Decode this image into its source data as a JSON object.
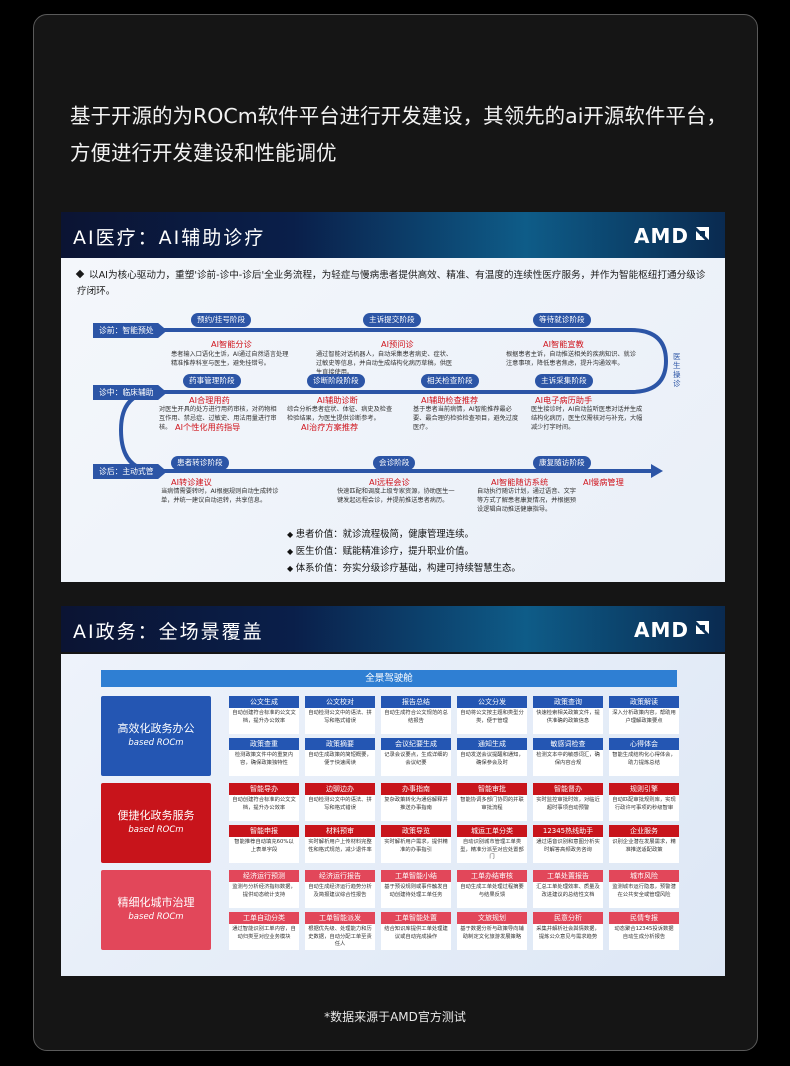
{
  "intro": "基于开源的为ROCm软件平台进行开发建设，其领先的ai开源软件平台，方便进行开发建设和性能调优",
  "footnote": "*数据来源于AMD官方测试",
  "colors": {
    "brand_blue": "#2c55a6",
    "red": "#d0141c",
    "gov_blue": "#2f7fd3"
  },
  "slide1": {
    "title": "AI医疗：AI辅助诊疗",
    "brand": "AMD",
    "lead": "以AI为核心驱动力，重塑'诊前-诊中-诊后'全业务流程，为轻症与慢病患者提供高效、精准、有温度的连续性医疗服务，并作为智能枢纽打通分级诊疗闭环。",
    "side_label": "医生操诊",
    "rows": [
      "诊前：智能预处理",
      "诊中：临床辅助",
      "诊后：主动式管理"
    ],
    "stages": [
      {
        "tag": "预约/挂号阶段",
        "head": "AI智能分诊",
        "desc": "患者输入口语化主诉，AI通过自然语言处理精准推荐科室与医生，避免挂错号。"
      },
      {
        "tag": "主诉提交阶段",
        "head": "AI预问诊",
        "desc": "通过智能对话机器人，自动采集患者病史、症状、过敏史等信息，并自动生成结构化病历草稿，供医生直接使用。"
      },
      {
        "tag": "等待就诊阶段",
        "head": "AI智能宣教",
        "desc": "根据患者主诉，自动推送相关的疾病知识、就诊注意事项，降低患者焦虑，提升沟通效率。"
      },
      {
        "tag": "药事管理阶段",
        "head": "AI合理用药",
        "desc": "对医生开具的处方进行用药审核，对药物相互作用、禁忌症、过敏史、用法用量进行审核。"
      },
      {
        "tag": "诊断阶段阶段",
        "head": "AI辅助诊断",
        "desc": "综合分析患者症状、体征、病史及检查检验结果，为医生提供诊断参考。"
      },
      {
        "tag": "相关检查阶段",
        "head": "AI辅助检查推荐",
        "desc": "基于患者当前病情，AI智能推荐最必要、最合理的检验检查项目，避免过度医疗。"
      },
      {
        "tag": "主诉采集阶段",
        "head": "AI电子病历助手",
        "desc": "医生接诊时，AI自动监听医患对话并生成结构化病历，医生仅需核对与补充，大幅减少打字时间。"
      },
      {
        "tag": "患者转诊阶段",
        "head": "AI转诊建议",
        "desc": "当病情需要转时，AI根据规则自动生成转诊单，并统一建议自动运转，共享信息。"
      },
      {
        "tag": "会诊阶段",
        "head": "AI远程会诊",
        "desc": "快速匹配和调度上级专家资源，协助医生一键发起远程会诊，并提前推送患者病历。"
      },
      {
        "tag": "康复随访阶段",
        "head": "AI智能随访系统",
        "desc": "自动执行随访计划，通过语音、文字等方式了解患者康复情况，并根据预设逻辑自动推送健康指导。"
      }
    ],
    "sub_heads": [
      "AI个性化用药指导",
      "AI治疗方案推荐",
      "AI慢病管理"
    ],
    "values": [
      "患者价值：就诊流程极简，健康管理连续。",
      "医生价值：赋能精准诊疗，提升职业价值。",
      "体系价值：夯实分级诊疗基础，构建可持续智慧生态。"
    ]
  },
  "slide2": {
    "title": "AI政务：全场景覆盖",
    "brand": "AMD",
    "cockpit": "全景驾驶舱",
    "groups": [
      {
        "title": "高效化政务办公",
        "sub": "based ROCm",
        "color": "#2456b3",
        "cells": [
          {
            "h": "公文生成",
            "b": "自动创建符合标准的公文文档，提升办公效率"
          },
          {
            "h": "公文校对",
            "b": "自动检测公文中的语法、拼写和格式错误"
          },
          {
            "h": "报告总结",
            "b": "自动生成符合公文规范的总结报告"
          },
          {
            "h": "公文分发",
            "b": "自动将公文按主题和类型分类，便于管理"
          },
          {
            "h": "政策查询",
            "b": "快速检索相关政策文件，提供准确的政策信息"
          },
          {
            "h": "政策解读",
            "b": "深入分析政策内容，帮助用户理解政策要点"
          },
          {
            "h": "政策查重",
            "b": "检测政策文件中的重复内容，确保政策独特性"
          },
          {
            "h": "政策摘要",
            "b": "自动生成政策的简短概要，便于快速阅读"
          },
          {
            "h": "会议纪要生成",
            "b": "记录会议要点，生成详细的会议纪要"
          },
          {
            "h": "通知生成",
            "b": "自动发送会议提醒和通知，确保参会及时"
          },
          {
            "h": "敏感词检查",
            "b": "检测文本中的敏感词汇，确保内容合规"
          },
          {
            "h": "心得体会",
            "b": "智能生成结构化心得体会，助力提炼总结"
          }
        ]
      },
      {
        "title": "便捷化政务服务",
        "sub": "based ROCm",
        "color": "#c8141b",
        "cells": [
          {
            "h": "智能导办",
            "b": "自动创建符合标准的公文文档，提升办公效率"
          },
          {
            "h": "边聊边办",
            "b": "自动检测公文中的语法、拼写和格式错误"
          },
          {
            "h": "办事指南",
            "b": "复杂政策转化为通俗解释并推送办事指南"
          },
          {
            "h": "智能审批",
            "b": "智能协调多部门协同的并联审批流程"
          },
          {
            "h": "智能督办",
            "b": "实时监控审批时效，对临近超时事项自动预警"
          },
          {
            "h": "规则引擎",
            "b": "自动匹配审批规则库，实现行政许可事项的秒级智审"
          },
          {
            "h": "智能申报",
            "b": "智能推荐自动填充60%以上表单字段"
          },
          {
            "h": "材料预审",
            "b": "实时解析用户上传材料完整性和格式规范，减少退件率"
          },
          {
            "h": "政策导览",
            "b": "实时解析用户需求，提供精准的办事指引"
          },
          {
            "h": "城运工单分类",
            "b": "自动识别城市管理工单类型，精准分派至对应处置部门"
          },
          {
            "h": "12345热线助手",
            "b": "通过语音识别和意图分析实时解答高频政务咨询"
          },
          {
            "h": "企业服务",
            "b": "识别企业潜在发展需求，精准推送适配政策"
          }
        ]
      },
      {
        "title": "精细化城市治理",
        "sub": "based ROCm",
        "color": "#e2475a",
        "cells": [
          {
            "h": "经济运行预测",
            "b": "监测与分析经济指标数据，提供动态统计支持"
          },
          {
            "h": "经济运行报告",
            "b": "自动生成经济运行趋势分析及简报建议综合性报告"
          },
          {
            "h": "工单智能小结",
            "b": "基于预设规则或事件触发自动创建待处理工单任务"
          },
          {
            "h": "工单办结审核",
            "b": "自动生成工单处理过程摘要与结果反馈"
          },
          {
            "h": "工单处置报告",
            "b": "汇总工单处理效率、质量及改进建议的总结性文档"
          },
          {
            "h": "城市风险",
            "b": "监测城市运行隐患，预警潜在公共安全或管理风险"
          },
          {
            "h": "工单自动分类",
            "b": "通过智能识别工单内容，自动归类至对应业务模块"
          },
          {
            "h": "工单智能派发",
            "b": "根据优先级、处理能力和历史数据，自动分配工单至责任人"
          },
          {
            "h": "工单智能处置",
            "b": "结合知识库提供工单处理建议或自动完成操作"
          },
          {
            "h": "文旅规划",
            "b": "基于数据分析与政策导向辅助制定文化旅游发展策略"
          },
          {
            "h": "民意分析",
            "b": "采集并解析社会舆情数据，提炼公众意见与需求趋势"
          },
          {
            "h": "民情专报",
            "b": "动态聚合12345投诉数据自动生成分析报告"
          }
        ]
      }
    ]
  }
}
